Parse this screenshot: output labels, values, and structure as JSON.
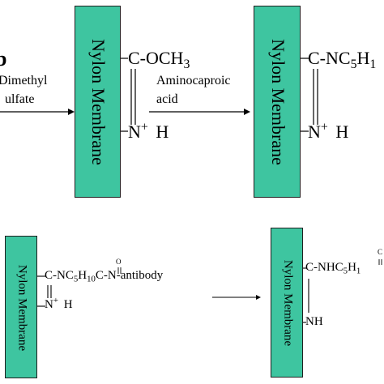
{
  "top": {
    "step_label_partial": "b",
    "reagent1": {
      "line1": "Dimethyl",
      "line2": "ulfate"
    },
    "reagent2": {
      "line1": "Aminocaproic",
      "line2": "acid"
    },
    "membrane_label": "Nylon Membrane",
    "group1": {
      "main": "C-OCH",
      "sub": "3"
    },
    "group2": {
      "main": "C-NC",
      "sub1": "5",
      "mid": "H",
      "sub2": "1"
    },
    "nplus1": {
      "n": "N",
      "sup": "+",
      "h": "H"
    },
    "nplus2": {
      "n": "N",
      "sup": "+",
      "h": "H"
    }
  },
  "bottom": {
    "membrane_label": "Nylon Membrane",
    "group3": {
      "c": "C-NC",
      "sub1": "5",
      "h": "H",
      "sub2": "10",
      "oxy": "O",
      "tail": "C-N-antibody"
    },
    "nplus3": {
      "n": "N",
      "sup": "+",
      "h": "H"
    },
    "group4": {
      "main": "C-NHC",
      "sub1": "5",
      "mid": "H",
      "sub2": "1",
      "oxy_partial": "C"
    },
    "nh": "NH"
  },
  "colors": {
    "membrane_fill": "#3ec5a0",
    "membrane_border": "#1f1f1f"
  }
}
